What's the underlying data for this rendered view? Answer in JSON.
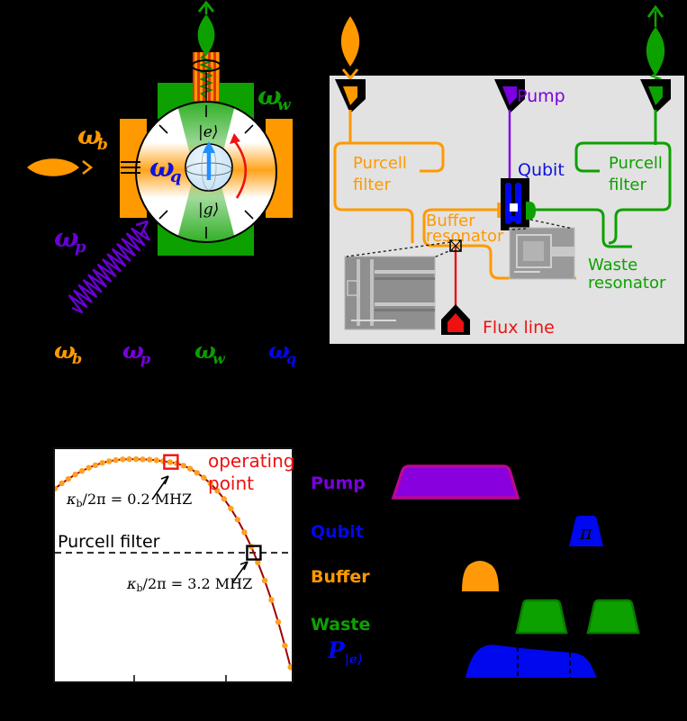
{
  "figure": {
    "background": "#000000"
  },
  "colors": {
    "buffer_orange": "#ff9900",
    "waste_green": "#0d9c00",
    "pump_purple": "#7a00e0",
    "qubit_blue": "#0008ee",
    "flux_red": "#ee1111",
    "panel_gray": "#e2e2e2",
    "curve_dark_red": "#a00000",
    "dot_orange": "#ffa020"
  },
  "panel_a": {
    "omega_b": {
      "base": "ω",
      "sub": "b"
    },
    "omega_w": {
      "base": "ω",
      "sub": "w"
    },
    "omega_q": {
      "base": "ω",
      "sub": "q"
    },
    "omega_p": {
      "base": "ω",
      "sub": "p"
    },
    "ket_e": "|e⟩",
    "ket_g": "|g⟩",
    "axis_labels": [
      {
        "base": "ω",
        "sub": "b",
        "color": "#ff9900"
      },
      {
        "base": "ω",
        "sub": "p",
        "color": "#7a00e0"
      },
      {
        "base": "ω",
        "sub": "w",
        "color": "#0d9c00"
      },
      {
        "base": "ω",
        "sub": "q",
        "color": "#0008ee"
      }
    ]
  },
  "panel_b": {
    "pump_label": "Pump",
    "qubit_label": "Qubit",
    "purcell_filter_left": [
      "Purcell",
      "filter"
    ],
    "purcell_filter_right": [
      "Purcell",
      "filter"
    ],
    "buffer_resonator": [
      "Buffer",
      "resonator"
    ],
    "waste_resonator": [
      "Waste",
      "resonator"
    ],
    "flux_line": "Flux line"
  },
  "chart_data": {
    "type": "line",
    "description": "Qubit protection curve vs buffer coupling rate; axes unlabeled in image (normalized coordinates)",
    "x_normalized": [
      0.0,
      0.029,
      0.057,
      0.086,
      0.114,
      0.143,
      0.171,
      0.2,
      0.229,
      0.257,
      0.286,
      0.314,
      0.343,
      0.371,
      0.4,
      0.429,
      0.457,
      0.486,
      0.514,
      0.543,
      0.571,
      0.6,
      0.629,
      0.657,
      0.686,
      0.714,
      0.743,
      0.771,
      0.8,
      0.829,
      0.857,
      0.886,
      0.914,
      0.943,
      0.971,
      0.995
    ],
    "y_normalized": [
      0.83,
      0.853,
      0.872,
      0.891,
      0.906,
      0.92,
      0.931,
      0.941,
      0.948,
      0.953,
      0.956,
      0.957,
      0.957,
      0.956,
      0.955,
      0.952,
      0.948,
      0.944,
      0.939,
      0.929,
      0.916,
      0.898,
      0.877,
      0.852,
      0.821,
      0.786,
      0.744,
      0.697,
      0.642,
      0.58,
      0.512,
      0.434,
      0.351,
      0.256,
      0.154,
      0.061
    ],
    "line_color": "#a00000",
    "marker_color": "#ffa020",
    "purcell_filter_level": 0.554,
    "operating_point": {
      "x": 0.49,
      "y": 0.945,
      "color": "#ee1111"
    },
    "crossing_point": {
      "x": 0.84,
      "y": 0.554,
      "color": "#000000"
    },
    "annotations": {
      "operating": [
        "operating",
        "point"
      ],
      "purcell_filter": "Purcell filter",
      "kappa_operating": {
        "kappa": "κ",
        "sub": "b",
        "rest": "/2π = 0.2 MHZ"
      },
      "kappa_crossing": {
        "kappa": "κ",
        "sub": "b",
        "rest": "/2π = 3.2 MHZ"
      }
    }
  },
  "panel_d": {
    "rows": [
      {
        "label": "Pump",
        "color": "#7a00e0"
      },
      {
        "label": "Qubit",
        "color": "#0008ee"
      },
      {
        "label": "Buffer",
        "color": "#ff9900"
      },
      {
        "label": "Waste",
        "color": "#0d9c00"
      }
    ],
    "pi_label": "π",
    "p_e": {
      "base": "P",
      "sub": "|e⟩"
    }
  }
}
